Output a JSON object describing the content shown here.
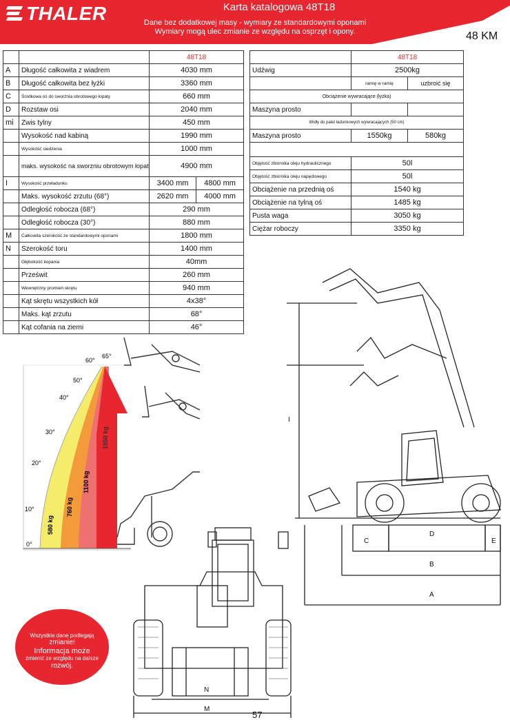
{
  "header": {
    "brand": "THALER",
    "title": "Karta katalogowa 48T18",
    "sub1": "Dane bez dodatkowej masy - wymiary ze standardowymi oponami",
    "sub2": "Wymiary mogą ulec zmianie ze względu na osprzęt i opony.",
    "model_corner": "48 KM",
    "colors": {
      "banner": "#e8262f",
      "model_text": "#e0302a"
    }
  },
  "left_table": {
    "model": "48T18",
    "rows": [
      {
        "letter": "A",
        "label": "Długość całkowita z wiadrem",
        "value": "4030 mm"
      },
      {
        "letter": "B",
        "label": "Długość całkowita bez łyżki",
        "value": "3360 mm"
      },
      {
        "letter": "C",
        "label": "Środkowa oś do sworznia obrotowego łopaty",
        "value": "660 mm"
      },
      {
        "letter": "D",
        "label": "Rozstaw osi",
        "value": "2040 mm"
      },
      {
        "letter": "mi",
        "label": "Zwis tylny",
        "value": "450 mm"
      },
      {
        "letter": "",
        "label": "Wysokość nad kabiną",
        "value": "1990 mm"
      },
      {
        "letter": "",
        "label": "Wysokość siedzenia",
        "value": "1000 mm"
      },
      {
        "letter": "",
        "label": "maks. wysokość na sworzniu obrotowym łopaty",
        "value": "4900 mm"
      },
      {
        "letter": "I",
        "label": "Wysokość przeładunku",
        "value": "3400 mm",
        "value2": "4800 mm"
      },
      {
        "letter": "",
        "label": "Maks. wysokość zrzutu (68°)",
        "value": "2620 mm",
        "value2": "4000 mm"
      },
      {
        "letter": "",
        "label": "Odległość robocza (68°)",
        "value": "290 mm"
      },
      {
        "letter": "",
        "label": "Odległość robocza (30°)",
        "value": "880 mm"
      },
      {
        "letter": "M",
        "label": "Całkowita szerokość ze standardowymi oponami",
        "value": "1800 mm"
      },
      {
        "letter": "N",
        "label": "Szerokość toru",
        "value": "1400 mm"
      },
      {
        "letter": "",
        "label": "Głębokość kopania",
        "value": "40mm"
      },
      {
        "letter": "",
        "label": "Prześwit",
        "value": "260 mm"
      },
      {
        "letter": "",
        "label": "Wewnętrzny promień skrętu",
        "value": "940 mm"
      },
      {
        "letter": "",
        "label": "Kąt skrętu wszystkich kół",
        "value": "4x38°"
      },
      {
        "letter": "",
        "label": "Maks. kąt zrzutu",
        "value": "68°"
      },
      {
        "letter": "",
        "label": "Kąt cofania na ziemi",
        "value": "46°"
      }
    ]
  },
  "right_table": {
    "model": "48T18",
    "udzwig_label": "Udźwig",
    "udzwig_value": "2500kg",
    "sub_a": "ramię w ramię",
    "sub_b": "uzbroić się",
    "tipping_bucket": "Obciążenie wywracające (łyżka)",
    "machine_straight_1": "Maszyna prosto",
    "forks_note": "Widły do   palet ładunkowych wywracających (50 cm)",
    "machine_straight_2": "Maszyna prosto",
    "ms2_a": "1550kg",
    "ms2_b": "580kg",
    "rows": [
      {
        "label": "Objętość zbiornika oleju hydraulicznego",
        "value": "50l",
        "small": true
      },
      {
        "label": "Objętość zbiornika oleju napędowego",
        "value": "50l",
        "small": true
      },
      {
        "label": "Obciążenie na przednią oś",
        "value": "1540 kg",
        "small": false
      },
      {
        "label": "Obciążenie na tylną oś",
        "value": "1485 kg",
        "small": false
      },
      {
        "label": "Pusta waga",
        "value": "3050 kg",
        "small": false
      },
      {
        "label": "Ciężar roboczy",
        "value": "3350 kg",
        "small": false
      }
    ]
  },
  "load_chart": {
    "angles": [
      "0°",
      "10°",
      "20°",
      "30°",
      "40°",
      "50°",
      "60°",
      "65°"
    ],
    "zones": [
      {
        "label": "580 kg",
        "color": "#f4ec6a"
      },
      {
        "label": "760 kg",
        "color": "#f39a3a"
      },
      {
        "label": "1100 kg",
        "color": "#ee7070"
      },
      {
        "label": "1550 kg",
        "color": "#e8262f"
      }
    ]
  },
  "dims": {
    "C": "C",
    "D": "D",
    "E": "E",
    "B": "B",
    "A": "A",
    "I": "I",
    "M": "M",
    "N": "N"
  },
  "note": {
    "l1": "Wszystkie dane podlegają",
    "l2": "zmianie!",
    "l3": "Informacja może",
    "l4": "zmienić ze względu na dalsze",
    "l5": "rozwój."
  },
  "page_number": "57"
}
